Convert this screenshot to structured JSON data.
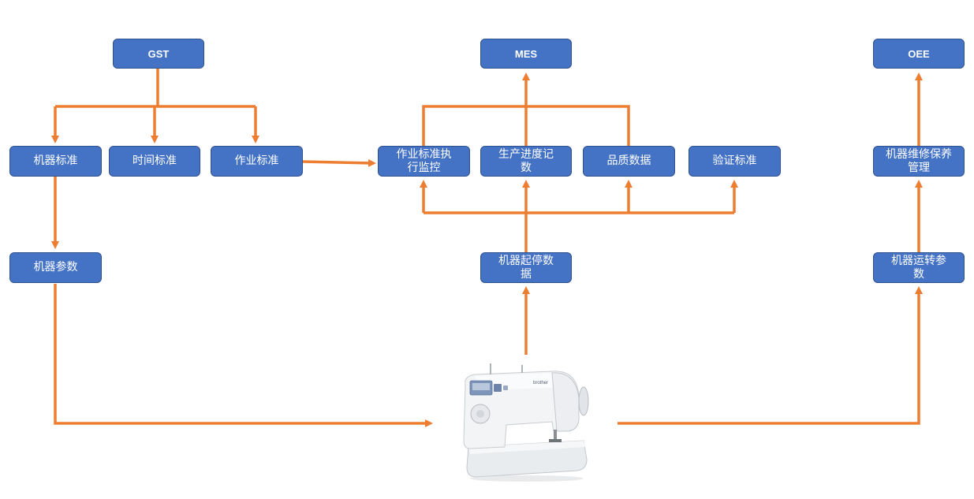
{
  "diagram": {
    "nodes": {
      "gst": "GST",
      "mes": "MES",
      "oee": "OEE",
      "machine_standard": "机器标准",
      "time_standard": "时间标准",
      "work_standard": "作业标准",
      "work_monitor": "作业标准执行监控",
      "production_progress": "生产进度记数",
      "quality_data": "品质数据",
      "verify_standard": "验证标准",
      "maintenance": "机器维修保养管理",
      "machine_params": "机器参数",
      "start_stop_data": "机器起停数据",
      "run_params": "机器运转参数"
    },
    "image": {
      "subject": "sewing-machine",
      "brand_text": "brother"
    },
    "colors": {
      "node_fill": "#4472c4",
      "node_border": "#2f528f",
      "arrow": "#ed7d31"
    }
  }
}
